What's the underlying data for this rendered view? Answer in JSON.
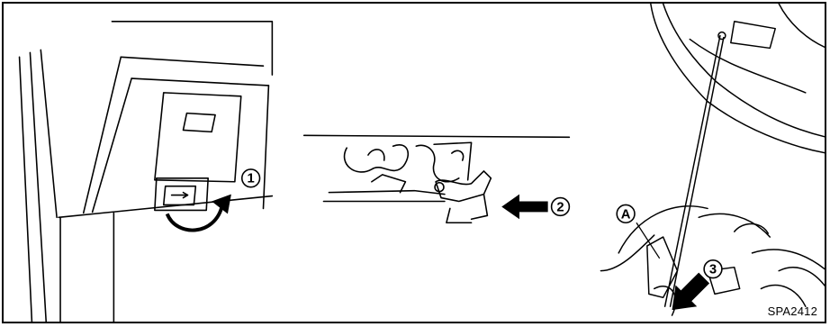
{
  "figure": {
    "code": "SPA2412",
    "steps": [
      {
        "id": "1",
        "symbol": "①"
      },
      {
        "id": "2",
        "symbol": "②"
      },
      {
        "id": "3",
        "symbol": "③"
      }
    ],
    "callout": {
      "symbol": "Ⓐ"
    }
  }
}
